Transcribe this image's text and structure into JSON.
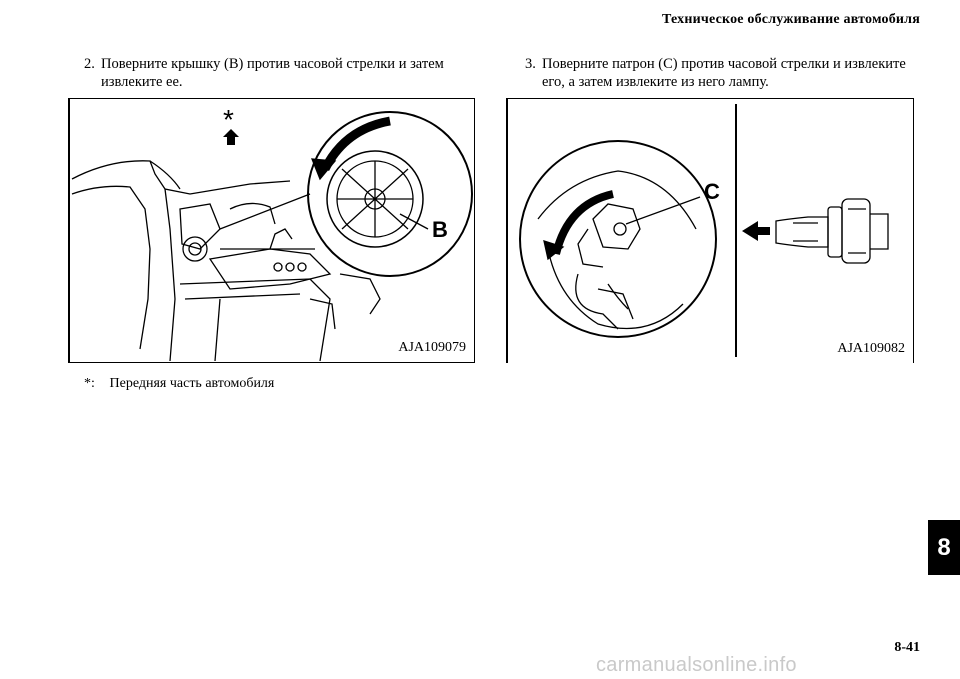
{
  "header": {
    "title": "Техническое обслуживание автомобиля"
  },
  "steps": [
    {
      "number": "2.",
      "text": "Поверните крышку (B) против часовой стрелки и затем извлеките ее."
    },
    {
      "number": "3.",
      "text": "Поверните патрон (C) против часовой стрелки и извлеките его, а затем извлеките из него лампу."
    }
  ],
  "figures": [
    {
      "code": "AJA109079",
      "callout": "B",
      "star": "*"
    },
    {
      "code": "AJA109082",
      "callout": "C"
    }
  ],
  "footnote": {
    "mark": "*:",
    "text": "Передняя часть автомобиля"
  },
  "chapter_tab": "8",
  "page_number": "8-41",
  "watermark": "carmanualsonline.info"
}
